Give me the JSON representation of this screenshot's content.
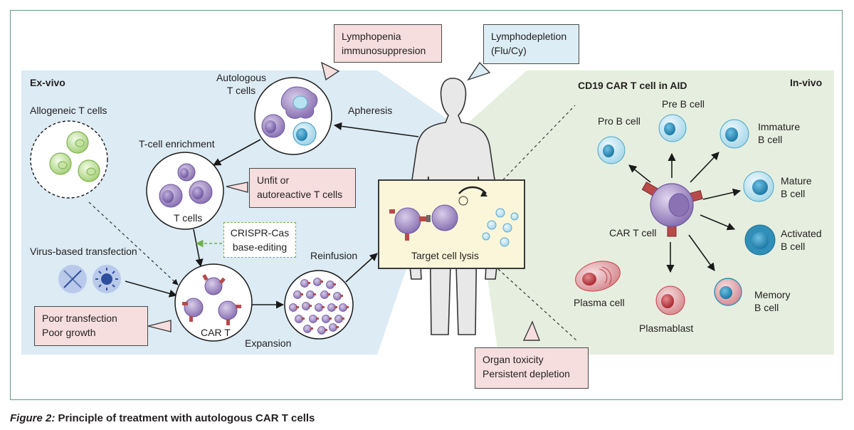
{
  "caption": {
    "label": "Figure 2:",
    "text": " Principle of treatment with autologous CAR T cells"
  },
  "panels": {
    "exvivo": "Ex-vivo",
    "invivo": "In-vivo",
    "invivo_title": "CD19 CAR T cell in AID"
  },
  "boxes": {
    "lymphopenia_1": "Lymphopenia",
    "lymphopenia_2": "immunosuppresion",
    "lymphodepletion_1": "Lymphodepletion",
    "lymphodepletion_2": "(Flu/Cy)",
    "unfit_1": "Unfit or",
    "unfit_2": "autoreactive T cells",
    "crispr_1": "CRISPR-Cas",
    "crispr_2": "base-editing",
    "poor_1": "Poor transfection",
    "poor_2": "Poor growth",
    "organ_1": "Organ toxicity",
    "organ_2": "Persistent depletion",
    "target": "Target cell lysis"
  },
  "labels": {
    "autologous_1": "Autologous",
    "autologous_2": "T cells",
    "allogeneic": "Allogeneic T cells",
    "apheresis": "Apheresis",
    "enrichment": "T-cell enrichment",
    "tcells": "T cells",
    "virus": "Virus-based transfection",
    "cart": "CAR T",
    "expansion": "Expansion",
    "reinfusion": "Reinfusion"
  },
  "invivo_labels": {
    "pro_b": "Pro B cell",
    "pre_b": "Pre B cell",
    "immature_1": "Immature",
    "immature_2": "B cell",
    "mature_1": "Mature",
    "mature_2": "B cell",
    "activated_1": "Activated",
    "activated_2": "B cell",
    "memory_1": "Memory",
    "memory_2": "B cell",
    "plasmablast": "Plasmablast",
    "plasma": "Plasma cell",
    "cart_cell": "CAR T cell"
  },
  "colors": {
    "exvivo_bg": "#dcebf4",
    "invivo_bg": "#e6efdf",
    "frame": "#5e9a86",
    "cart_purple": "#9d88c0",
    "receptor_red": "#b84a4a",
    "bcell_blue": "#4aa6c9",
    "plasma_red": "#c4424a",
    "allogeneic_green": "#a6d17a",
    "pink_box": "#f6dede",
    "blue_box": "#dcedf5",
    "target_bg": "#fbf6d9",
    "body_grey": "#e8e8e8"
  }
}
